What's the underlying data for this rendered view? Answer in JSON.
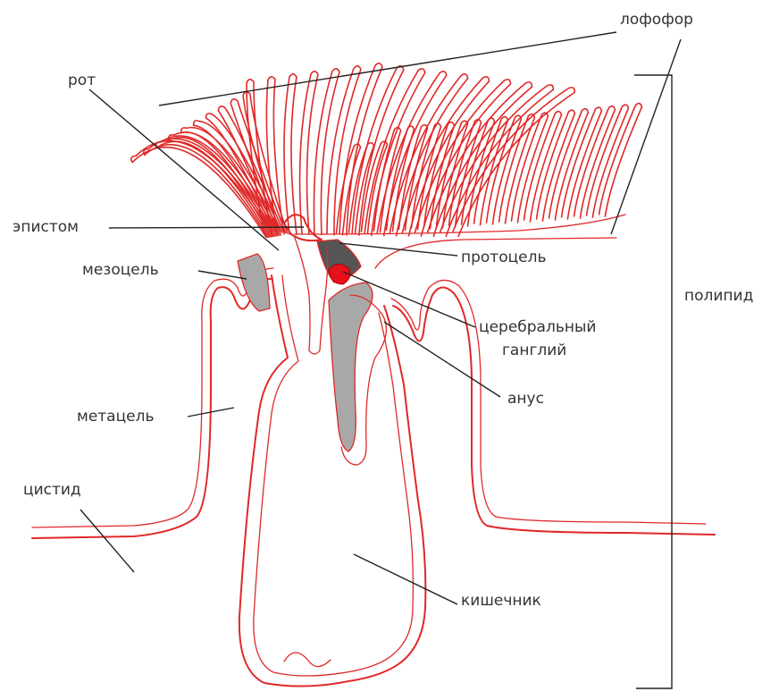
{
  "labels": {
    "lophophore": "лофофор",
    "mouth": "рот",
    "epistome": "эпистом",
    "mesocoel": "мезоцель",
    "protocoel": "протоцель",
    "polypide": "полипид",
    "cerebral_ganglion_line1": "церебральный",
    "cerebral_ganglion_line2": "ганглий",
    "anus": "анус",
    "metacoel": "метацель",
    "cystid": "цистид",
    "intestine": "кишечник"
  },
  "colors": {
    "outline": "#e02828",
    "leader_line": "#222222",
    "coelom_fill": "#a8a8a8",
    "protocoel_fill": "#555555",
    "ganglion_fill": "#e8101a",
    "text": "#333333"
  }
}
